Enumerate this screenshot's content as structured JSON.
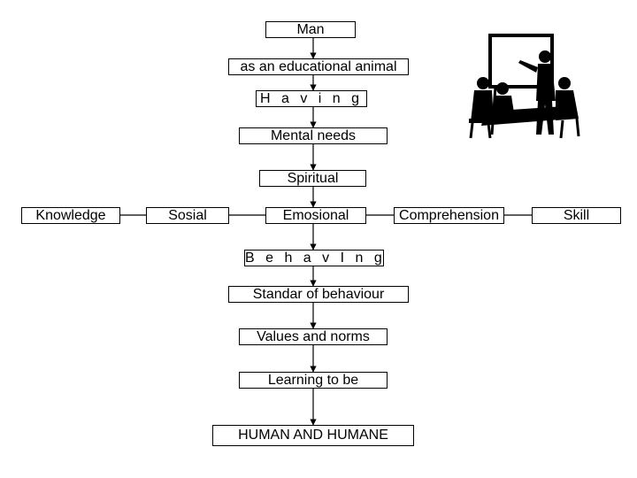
{
  "nodes": {
    "man": "Man",
    "educational": "as an educational animal",
    "having": "H a v i n g",
    "mental": "Mental needs",
    "spiritual": "Spiritual",
    "emosional": "Emosional",
    "knowledge": "Knowledge",
    "sosial": "Sosial",
    "comprehension": "Comprehension",
    "skill": "Skill",
    "behaving": "B e h a v I n g",
    "standar": "Standar of behaviour",
    "values": "Values and norms",
    "learning": "Learning to be",
    "human": "HUMAN AND HUMANE"
  },
  "colors": {
    "stroke": "#000000",
    "background": "#ffffff"
  },
  "icons": {
    "clipart": "presentation-meeting-icon"
  }
}
